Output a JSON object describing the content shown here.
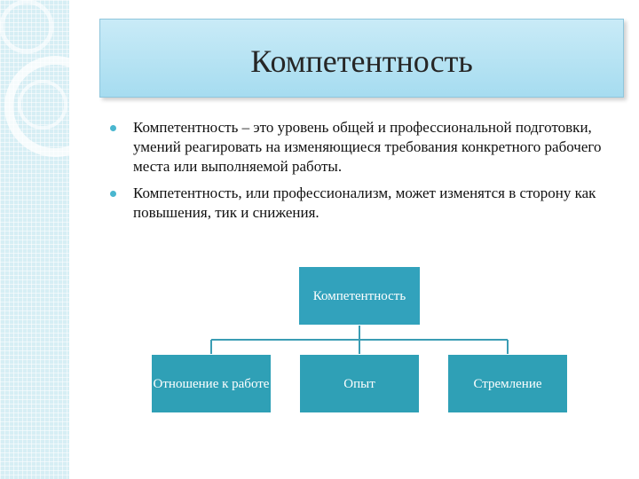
{
  "slide": {
    "title": "Компетентность",
    "bullets": [
      "Компетентность – это уровень общей и профессиональной подготовки, умений реагировать на изменяющиеся требования конкретного рабочего места или выполняемой работы.",
      "Компетентность, или профессионализм, может изменятся в сторону как повышения, тик и снижения."
    ]
  },
  "diagram": {
    "root": "Компетентность",
    "children": [
      "Отношение к работе",
      "Опыт",
      "Стремление"
    ]
  },
  "colors": {
    "title_bg": "#b8e3f4",
    "node_fill": "#32a2bc",
    "connector": "#3b9db4",
    "bullet": "#49b6cf",
    "strip": "#d6eef4"
  }
}
